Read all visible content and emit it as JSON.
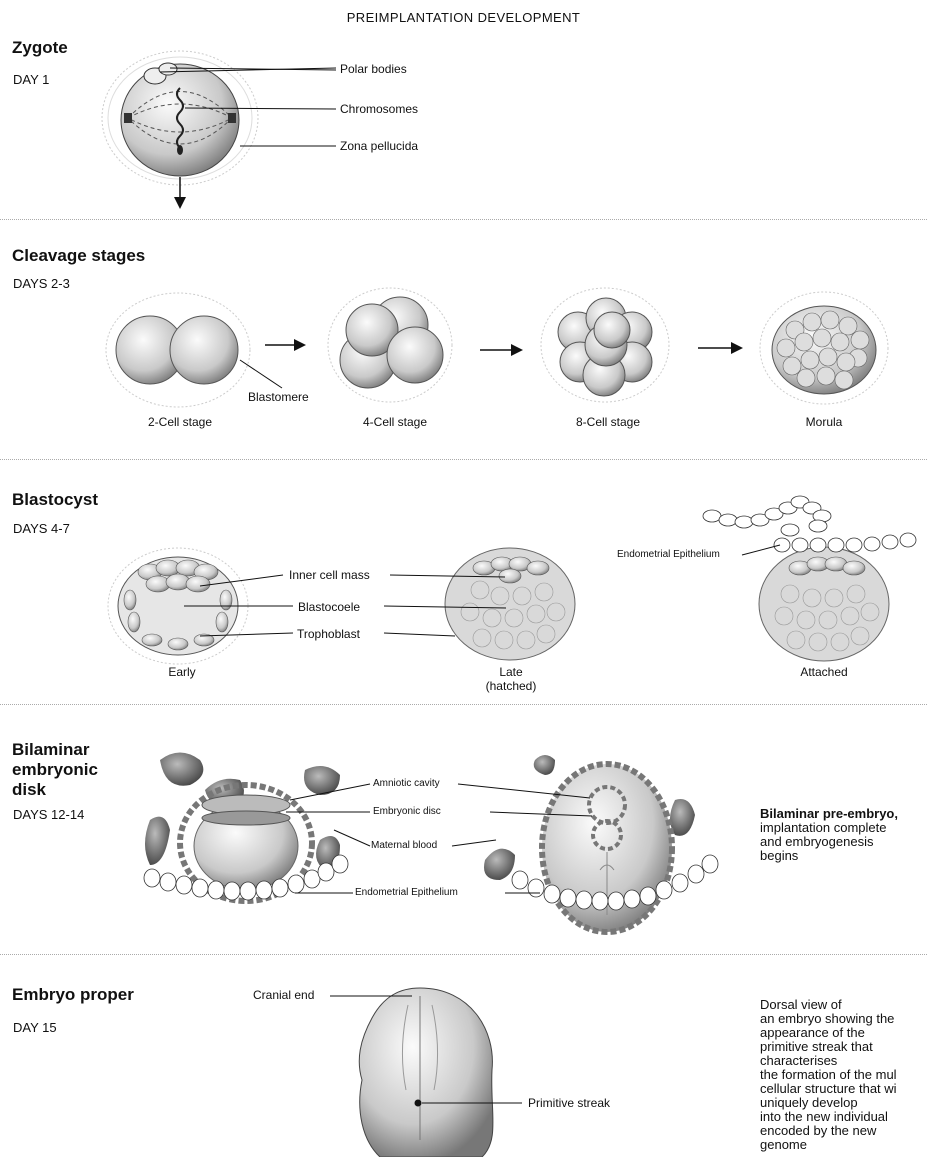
{
  "title": "PREIMPLANTATION DEVELOPMENT",
  "zygote": {
    "heading": "Zygote",
    "day": "DAY 1",
    "labels": [
      "Polar bodies",
      "Chromosomes",
      "Zona pellucida"
    ]
  },
  "cleavage": {
    "heading": "Cleavage stages",
    "day": "DAYS 2-3",
    "blastomere": "Blastomere",
    "captions": [
      "2-Cell stage",
      "4-Cell stage",
      "8-Cell stage",
      "Morula"
    ]
  },
  "blastocyst": {
    "heading": "Blastocyst",
    "day": "DAYS 4-7",
    "labels": [
      "Inner cell mass",
      "Blastocoele",
      "Trophoblast"
    ],
    "endometrial": "Endometrial Epithelium",
    "captions": {
      "early": "Early",
      "late": "Late",
      "late_sub": "(hatched)",
      "attached": "Attached"
    }
  },
  "bilaminar": {
    "heading_lines": [
      "Bilaminar",
      "embryonic",
      "disk"
    ],
    "day": "DAYS 12-14",
    "labels": [
      "Amniotic cavity",
      "Embryonic disc",
      "Maternal blood",
      "Endometrial Epithelium"
    ],
    "desc_bold": "Bilaminar pre-embryo,",
    "desc_lines": [
      "implantation complete",
      "and embryogenesis",
      "begins"
    ]
  },
  "embryo": {
    "heading": "Embryo proper",
    "day": "DAY 15",
    "labels": [
      "Cranial end",
      "Primitive streak"
    ],
    "desc_lines": [
      "Dorsal view of",
      "an embryo showing the",
      "appearance of the",
      "primitive streak that",
      "characterises",
      "the formation of the mul",
      "cellular structure that wi",
      "uniquely develop",
      "into the new individual",
      "encoded by the new",
      "genome"
    ]
  },
  "colors": {
    "ink": "#111111",
    "cell_light": "#f2f2f2",
    "cell_dark": "#8a8a8a",
    "rule": "#aaaaaa"
  }
}
